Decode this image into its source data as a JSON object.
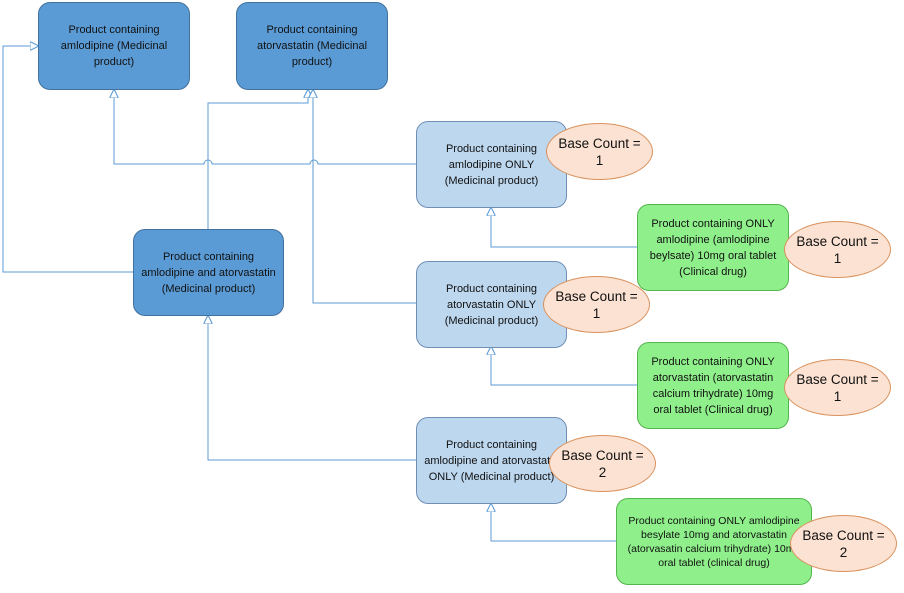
{
  "nodes": {
    "amlodipine_mp": "Product containing amlodipine (Medicinal product)",
    "atorvastatin_mp": "Product containing atorvastatin (Medicinal product)",
    "amlodipine_atorvastatin_mp": "Product containing amlodipine and atorvastatin (Medicinal product)",
    "amlodipine_only": "Product containing amlodipine ONLY (Medicinal product)",
    "atorvastatin_only": "Product containing atorvastatin ONLY (Medicinal product)",
    "amlodipine_atorvastatin_only": "Product containing amlodipine and atorvastatin ONLY (Medicinal product)",
    "amlodipine_cd": "Product containing ONLY amlodipine (amlodipine beylsate) 10mg oral tablet (Clinical drug)",
    "atorvastatin_cd": "Product containing ONLY atorvastatin (atorvastatin calcium trihydrate) 10mg oral tablet (Clinical drug)",
    "amlodipine_atorvastatin_cd": "Product containing ONLY amlodipine besylate 10mg and atorvastatin (atorvasatin calcium trihydrate) 10mg oral tablet (clinical drug)"
  },
  "badges": {
    "amlodipine_only": "Base Count = 1",
    "atorvastatin_only": "Base Count = 1",
    "amlodipine_atorvastatin_only": "Base Count = 2",
    "amlodipine_cd": "Base Count = 1",
    "atorvastatin_cd": "Base Count = 1",
    "amlodipine_atorvastatin_cd": "Base Count = 2"
  },
  "colors": {
    "dark_node": "#5b9bd5",
    "light_node": "#bdd7ee",
    "green_node": "#8ff08b",
    "badge": "#fbe2d2",
    "connector": "#5b9bd5"
  }
}
